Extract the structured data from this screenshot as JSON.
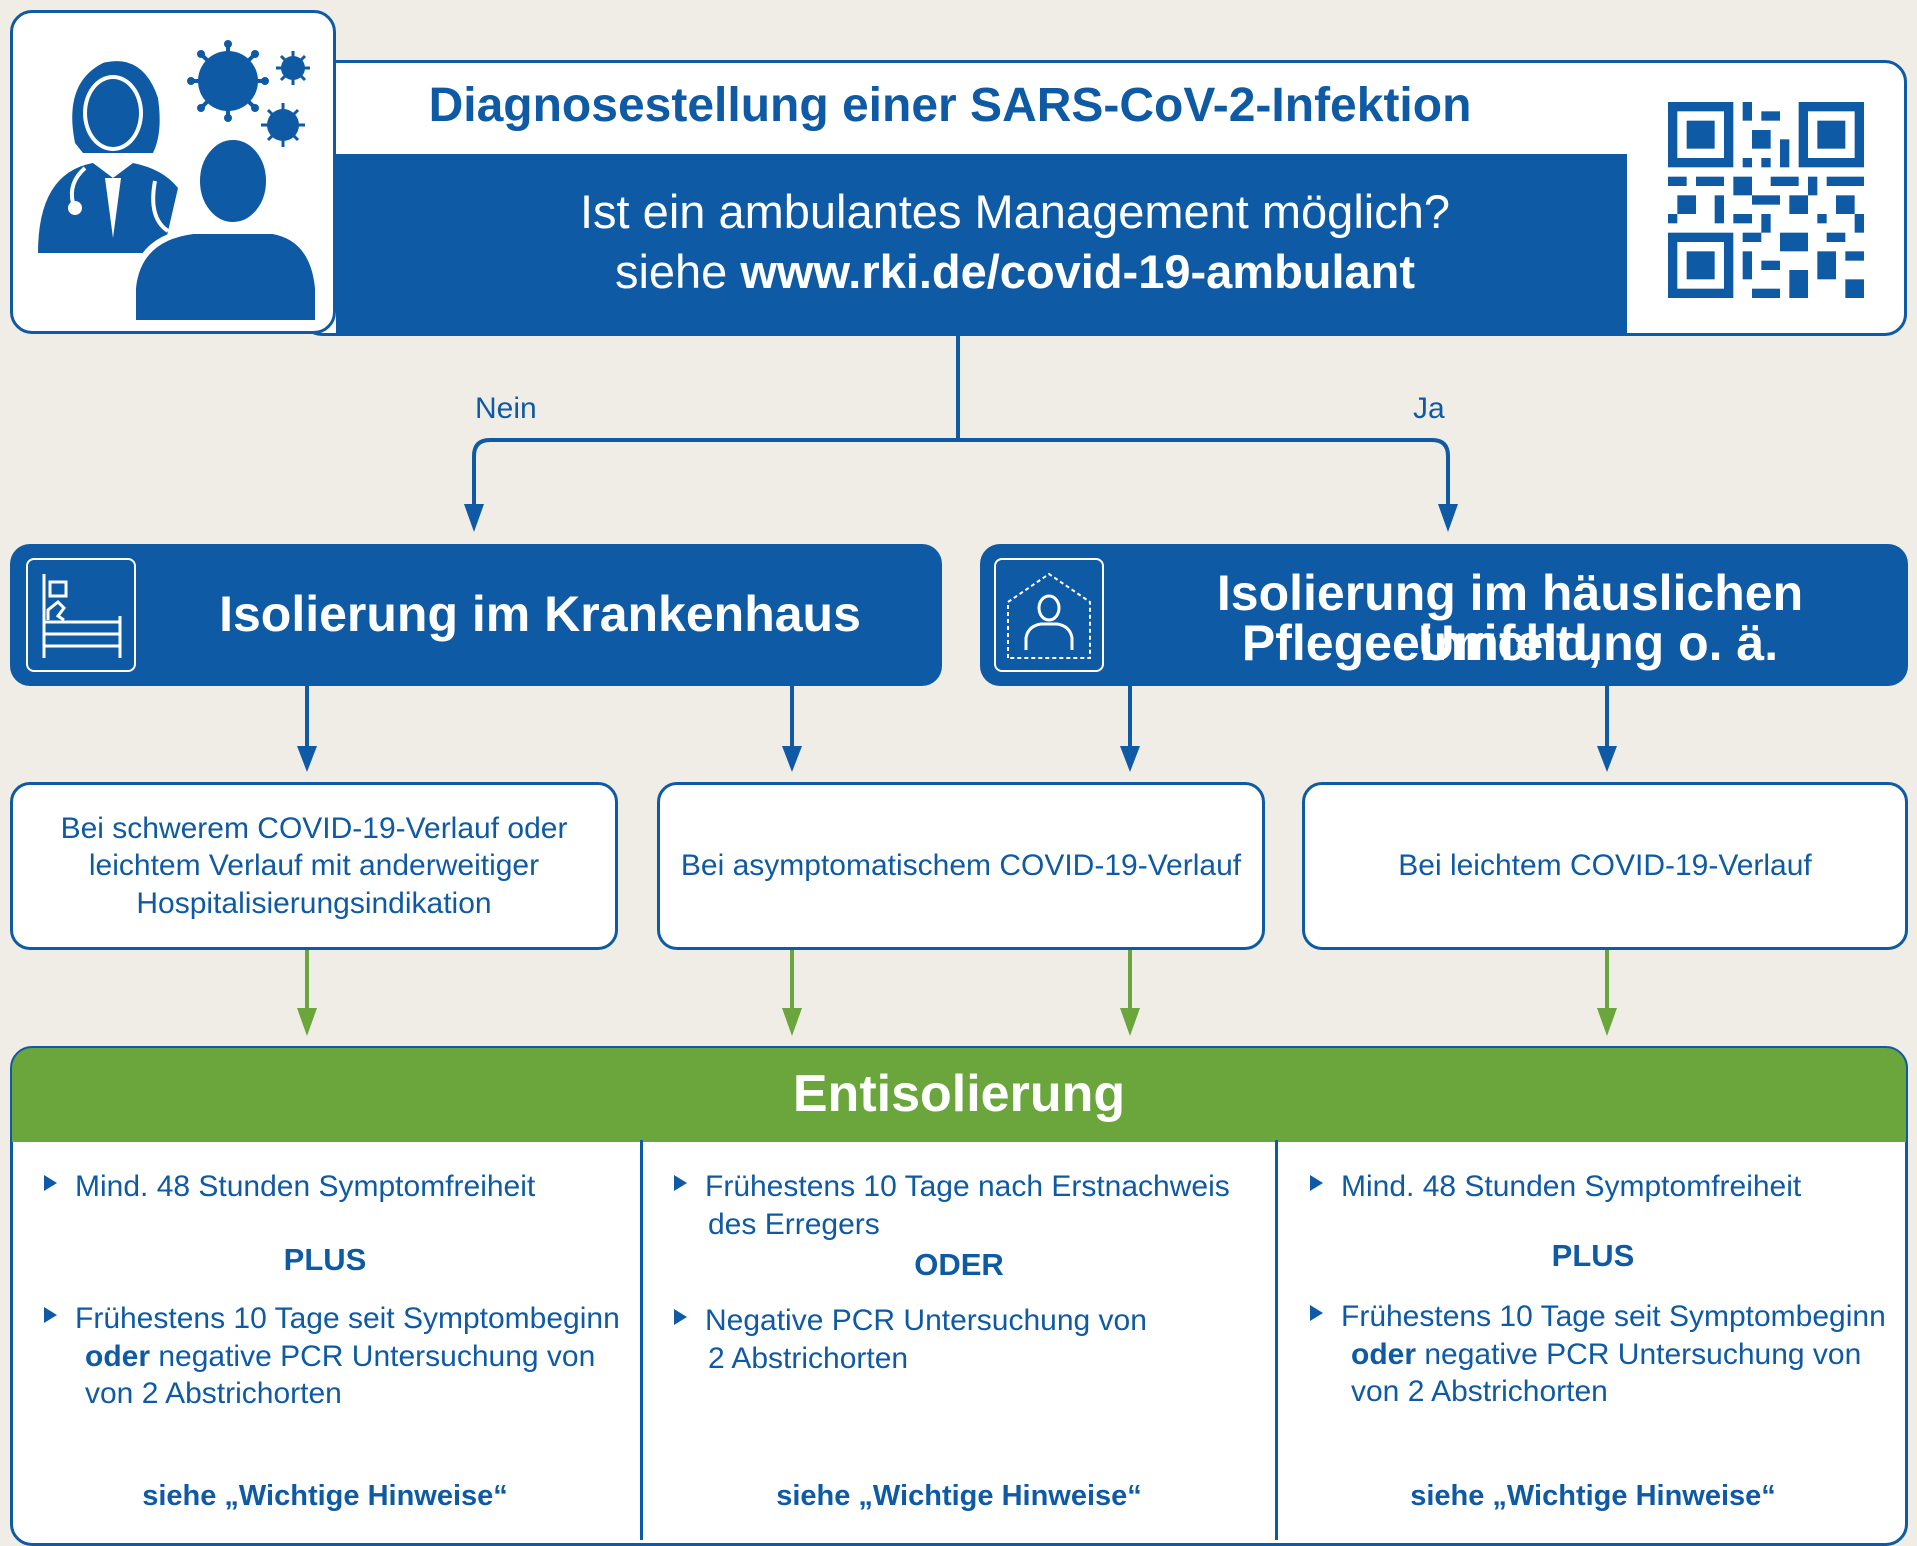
{
  "header": {
    "title": "Diagnosestellung einer SARS-CoV-2-Infektion",
    "question": "Ist ein ambulantes Management möglich?",
    "link_prefix": "siehe",
    "link_url": "www.rki.de/covid-19-ambulant"
  },
  "branches": {
    "no_label": "Nein",
    "yes_label": "Ja"
  },
  "isolation": {
    "hospital": {
      "title": "Isolierung im Krankenhaus",
      "icon": "hospital-bed-icon"
    },
    "home": {
      "title_line1": "Isolierung im häuslichen Umfeld,",
      "title_line2": "Pflegeeinrichtung o. ä.",
      "icon": "house-person-icon"
    }
  },
  "cases": [
    {
      "line1": "Bei schwerem COVID-19-Verlauf oder",
      "line2": "leichtem Verlauf mit anderweitiger",
      "line3": "Hospitalisierungsindikation"
    },
    {
      "line1": "Bei asymptomatischem COVID-19-Verlauf"
    },
    {
      "line1": "Bei leichtem COVID-19-Verlauf"
    }
  ],
  "entisolierung": {
    "title": "Entisolierung",
    "col1": {
      "b1": "Mind. 48 Stunden Symptomfreiheit",
      "conj": "PLUS",
      "b2_l1": "Frühestens 10 Tage seit Symptombeginn",
      "b2_oder": "oder",
      "b2_l2": " negative PCR Untersuchung von",
      "b2_l3": "von 2 Abstrichorten",
      "see": "siehe „Wichtige Hinweise“"
    },
    "col2": {
      "b1_l1": "Frühestens 10 Tage nach Erstnachweis",
      "b1_l2": "des Erregers",
      "conj": "ODER",
      "b2_l1": "Negative PCR Untersuchung von",
      "b2_l2": "2 Abstrichorten",
      "see": "siehe „Wichtige Hinweise“"
    },
    "col3": {
      "b1": "Mind. 48 Stunden Symptomfreiheit",
      "conj": "PLUS",
      "b2_l1": "Frühestens 10 Tage seit Symptombeginn",
      "b2_oder": "oder",
      "b2_l2": " negative PCR Untersuchung von",
      "b2_l3": "von 2 Abstrichorten",
      "see": "siehe „Wichtige Hinweise“"
    }
  },
  "colors": {
    "blue": "#0f5aa4",
    "green": "#6aa63b",
    "background": "#efede6"
  },
  "icons": [
    "doctor-patient-virus-icon",
    "qr-code-icon",
    "hospital-bed-icon",
    "house-person-icon"
  ]
}
